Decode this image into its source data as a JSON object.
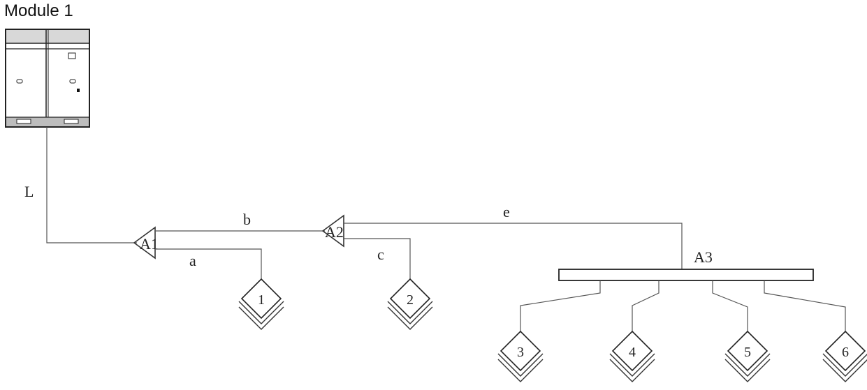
{
  "module": {
    "title": "Module 1"
  },
  "pipes": {
    "L": "L",
    "a": "a",
    "b": "b",
    "c": "c",
    "e": "e"
  },
  "joints": {
    "A1": "A1",
    "A2": "A2",
    "A3": "A3"
  },
  "units": [
    "1",
    "2",
    "3",
    "4",
    "5",
    "6"
  ],
  "colors": {
    "line": "#333333",
    "background": "#ffffff"
  }
}
